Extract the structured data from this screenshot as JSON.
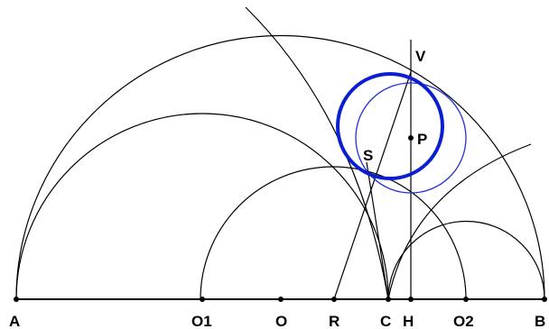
{
  "diagram": {
    "labels": {
      "A": "A",
      "O1": "O1",
      "O": "O",
      "R": "R",
      "C": "C",
      "H": "H",
      "O2": "O2",
      "B": "B",
      "V": "V",
      "P": "P",
      "S": "S"
    },
    "colors": {
      "line": "#000000",
      "circle_bold": "#0b1fd1",
      "circle_thin": "#2330d6",
      "background": "#ffffff"
    }
  }
}
